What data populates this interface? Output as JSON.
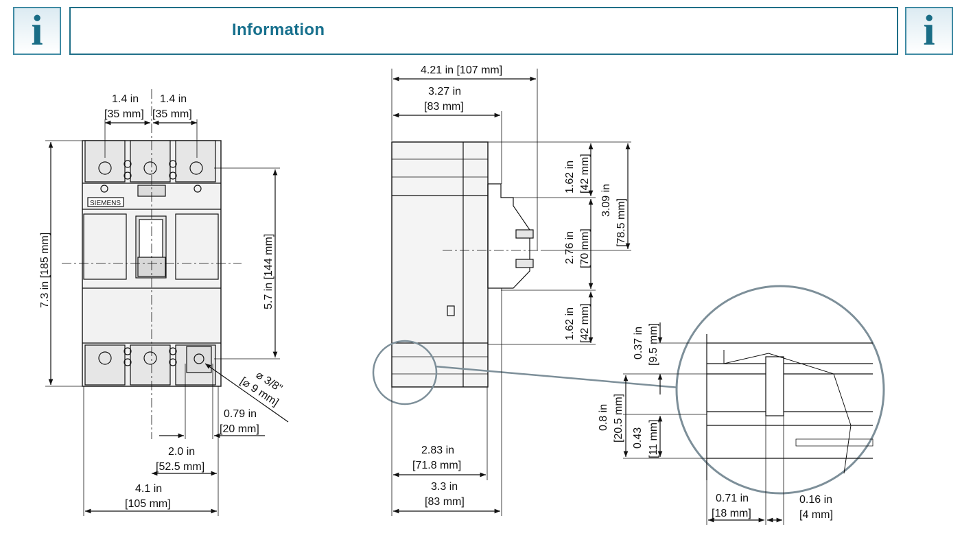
{
  "header": {
    "title": "Information",
    "icon_glyph": "i",
    "accent_color": "#17708d"
  },
  "front_view": {
    "brand_label": "SIEMENS",
    "dim_pole_left_in": "1.4 in",
    "dim_pole_left_mm": "[35 mm]",
    "dim_pole_right_in": "1.4 in",
    "dim_pole_right_mm": "[35 mm]",
    "dim_height_total": "7.3 in [185 mm]",
    "dim_height_mount": "5.7 in [144 mm]",
    "dim_hole_in": "⌀ 3/8\"",
    "dim_hole_mm": "[⌀ 9 mm]",
    "dim_079_in": "0.79 in",
    "dim_079_mm": "[20 mm]",
    "dim_20_in": "2.0 in",
    "dim_20_mm": "[52.5 mm]",
    "dim_41_in": "4.1 in",
    "dim_41_mm": "[105 mm]"
  },
  "side_view": {
    "dim_421": "4.21 in [107 mm]",
    "dim_327_in": "3.27 in",
    "dim_327_mm": "[83 mm]",
    "dim_162a_in": "1.62 in",
    "dim_162a_mm": "[42 mm]",
    "dim_309_in": "3.09 in",
    "dim_309_mm": "[78.5 mm]",
    "dim_276_in": "2.76 in",
    "dim_276_mm": "[70 mm]",
    "dim_162b_in": "1.62 in",
    "dim_162b_mm": "[42 mm]",
    "dim_283_in": "2.83 in",
    "dim_283_mm": "[71.8 mm]",
    "dim_33_in": "3.3 in",
    "dim_33_mm": "[83 mm]"
  },
  "detail_view": {
    "dim_037_in": "0.37 in",
    "dim_037_mm": "[9.5 mm]",
    "dim_08_in": "0.8 in",
    "dim_08_mm": "[20.5 mm]",
    "dim_043_in": "0.43",
    "dim_043_mm": "[11 mm]",
    "dim_071_in": "0.71 in",
    "dim_071_mm": "[18 mm]",
    "dim_016_in": "0.16 in",
    "dim_016_mm": "[4 mm]"
  }
}
